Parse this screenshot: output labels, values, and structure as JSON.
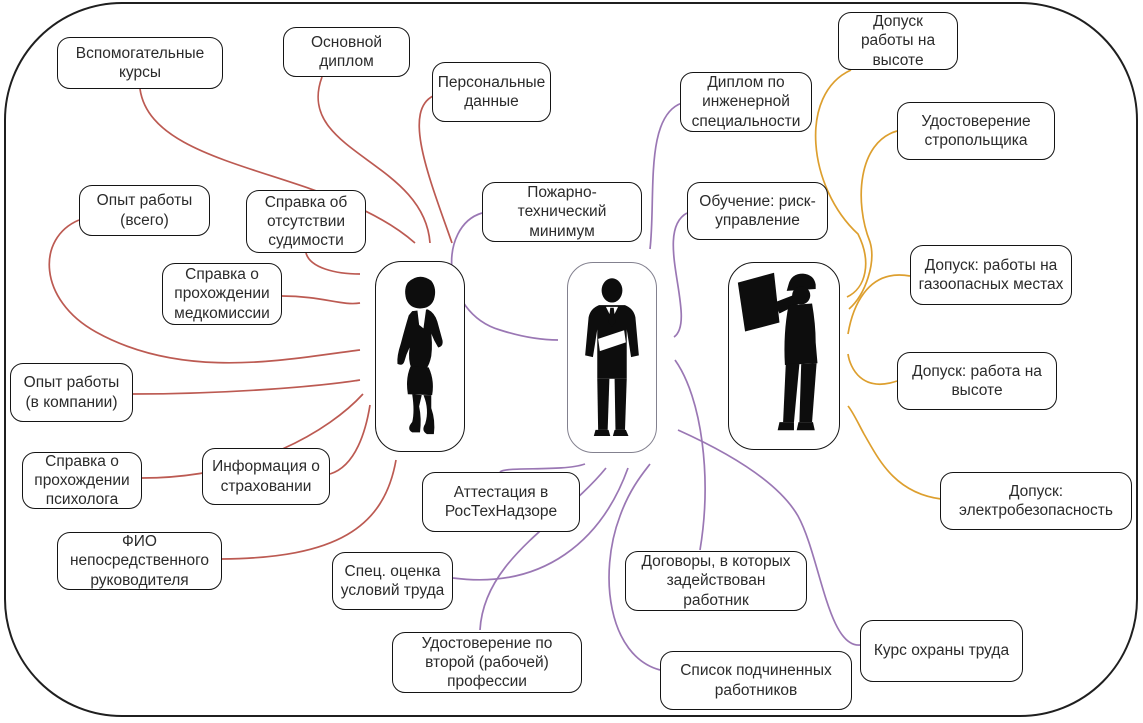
{
  "colors": {
    "red_arrow": "#bc5a52",
    "purple_arrow": "#9a77b4",
    "yellow_arrow": "#dd9f2e",
    "box_border": "#141414",
    "text": "#2b2b2b",
    "background": "#ffffff",
    "silhouette": "#0d0d0d"
  },
  "figures": [
    {
      "id": "woman",
      "icon": "business-woman-icon",
      "role": "left-figure"
    },
    {
      "id": "man",
      "icon": "business-man-icon",
      "role": "center-figure"
    },
    {
      "id": "worker",
      "icon": "construction-worker-icon",
      "role": "right-figure"
    }
  ],
  "nodes": [
    {
      "id": "aux-courses",
      "label": "Вспомогательные курсы",
      "group": "red"
    },
    {
      "id": "main-diploma",
      "label": "Основной диплом",
      "group": "red"
    },
    {
      "id": "personal-data",
      "label": "Персональные данные",
      "group": "red"
    },
    {
      "id": "experience-total",
      "label": "Опыт работы (всего)",
      "group": "red"
    },
    {
      "id": "no-criminal-record",
      "label": "Справка об отсутствии судимости",
      "group": "red"
    },
    {
      "id": "medical-exam",
      "label": "Справка о прохождении медкомиссии",
      "group": "red"
    },
    {
      "id": "experience-company",
      "label": "Опыт работы (в компании)",
      "group": "red"
    },
    {
      "id": "psychologist",
      "label": "Справка о прохождении психолога",
      "group": "red"
    },
    {
      "id": "insurance",
      "label": "Информация о страховании",
      "group": "red"
    },
    {
      "id": "supervisor-name",
      "label": "ФИО непосредственного руководителя",
      "group": "red"
    },
    {
      "id": "fire-safety",
      "label": "Пожарно-технический минимум",
      "group": "purple"
    },
    {
      "id": "rostechnadzor",
      "label": "Аттестация в РосТехНадзоре",
      "group": "purple"
    },
    {
      "id": "labor-conditions",
      "label": "Спец. оценка условий труда",
      "group": "purple"
    },
    {
      "id": "second-profession",
      "label": "Удостоверение по второй (рабочей) профессии",
      "group": "purple"
    },
    {
      "id": "engineering-diploma",
      "label": "Диплом по инженерной специальности",
      "group": "purple"
    },
    {
      "id": "risk-management",
      "label": "Обучение: риск-управление",
      "group": "purple"
    },
    {
      "id": "contracts",
      "label": "Договоры, в которых задействован работник",
      "group": "purple"
    },
    {
      "id": "subordinates",
      "label": "Список подчиненных работников",
      "group": "purple"
    },
    {
      "id": "height-work-permit",
      "label": "Допуск работы на высоте",
      "group": "yellow"
    },
    {
      "id": "slinger-certificate",
      "label": "Удостоверение стропольщика",
      "group": "yellow"
    },
    {
      "id": "gas-hazard-permit",
      "label": "Допуск: работы на газоопасных местах",
      "group": "yellow"
    },
    {
      "id": "height-permit",
      "label": "Допуск: работа на высоте",
      "group": "yellow"
    },
    {
      "id": "electrical-safety",
      "label": "Допуск: электробезопасность",
      "group": "yellow"
    },
    {
      "id": "labor-safety-course",
      "label": "Курс охраны труда",
      "group": "purple"
    }
  ],
  "edges": [
    {
      "from": "aux-courses",
      "to": "woman",
      "color": "red"
    },
    {
      "from": "main-diploma",
      "to": "woman",
      "color": "red"
    },
    {
      "from": "personal-data",
      "to": "woman",
      "color": "red"
    },
    {
      "from": "no-criminal-record",
      "to": "woman",
      "color": "red"
    },
    {
      "from": "medical-exam",
      "to": "woman",
      "color": "red"
    },
    {
      "from": "experience-total",
      "to": "woman",
      "color": "red"
    },
    {
      "from": "experience-company",
      "to": "woman",
      "color": "red"
    },
    {
      "from": "psychologist",
      "to": "woman",
      "color": "red"
    },
    {
      "from": "insurance",
      "to": "woman",
      "color": "red"
    },
    {
      "from": "supervisor-name",
      "to": "woman",
      "color": "red"
    },
    {
      "from": "fire-safety",
      "to": "man",
      "color": "purple"
    },
    {
      "from": "engineering-diploma",
      "to": "man",
      "color": "purple"
    },
    {
      "from": "risk-management",
      "to": "man",
      "color": "purple"
    },
    {
      "from": "contracts",
      "to": "man",
      "color": "purple"
    },
    {
      "from": "labor-safety-course",
      "to": "man",
      "color": "purple"
    },
    {
      "from": "rostechnadzor",
      "to": "man",
      "color": "purple"
    },
    {
      "from": "second-profession",
      "to": "man",
      "color": "purple"
    },
    {
      "from": "labor-conditions",
      "to": "man",
      "color": "purple"
    },
    {
      "from": "subordinates",
      "to": "man",
      "color": "purple"
    },
    {
      "from": "height-work-permit",
      "to": "worker",
      "color": "yellow"
    },
    {
      "from": "slinger-certificate",
      "to": "worker",
      "color": "yellow"
    },
    {
      "from": "gas-hazard-permit",
      "to": "worker",
      "color": "yellow"
    },
    {
      "from": "height-permit",
      "to": "worker",
      "color": "yellow"
    },
    {
      "from": "electrical-safety",
      "to": "worker",
      "color": "yellow"
    }
  ]
}
